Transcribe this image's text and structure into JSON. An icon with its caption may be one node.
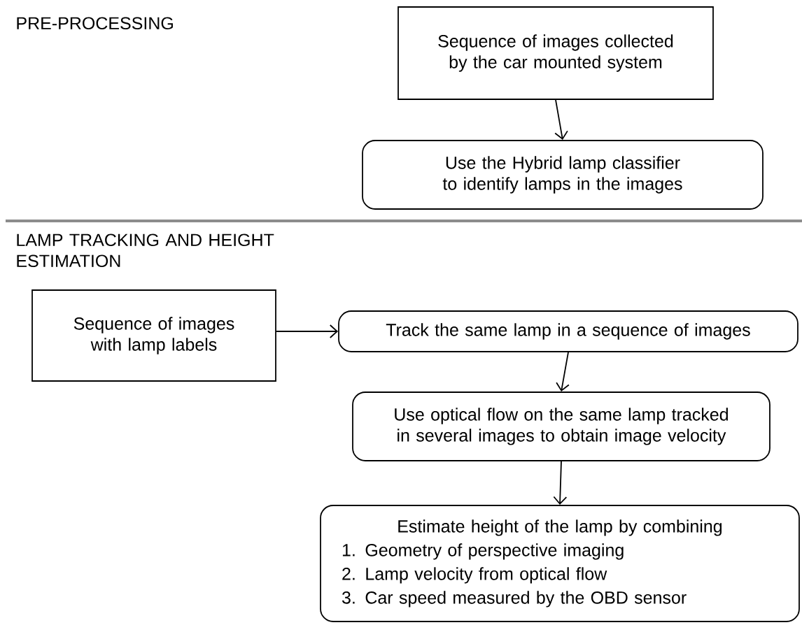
{
  "diagram": {
    "nodes": [
      {
        "text": [
          "Sequence of images collected by the car mounted system"
        ]
      },
      {
        "text": [
          "Use the Hybrid lamp classifier to identify lamps in the images"
        ]
      },
      {
        "text": [
          "Sequence of images with lamp labels"
        ]
      },
      {
        "text": [
          "Track the same lamp in a sequence of images"
        ]
      },
      {
        "text": [
          "Use optical flow on the same lamp tracked in several images to obtain image velocity"
        ]
      },
      {
        "text": [
          "Estimate height of the lamp by combining",
          "1. Geometry of perspective imaging",
          "2. Lamp velocity from optical flow",
          "3. Car speed measured by the OBD sensor"
        ]
      }
    ],
    "edges": [
      {
        "from": 0,
        "to": 1,
        "arrow": "to"
      },
      {
        "from": 2,
        "to": 3,
        "arrow": "to"
      },
      {
        "from": 3,
        "to": 4,
        "arrow": "to"
      },
      {
        "from": 4,
        "to": 5,
        "arrow": "to"
      }
    ],
    "labels": [
      "PRE-PROCESSING",
      "LAMP TRACKING AND HEIGHT ESTIMATION"
    ]
  }
}
